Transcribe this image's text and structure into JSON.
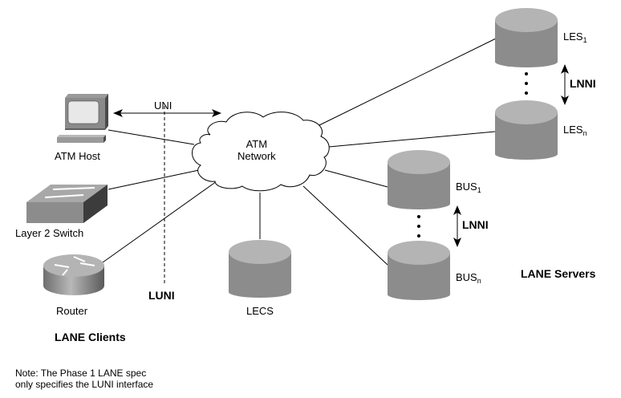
{
  "network": {
    "line1": "ATM",
    "line2": "Network"
  },
  "interfaces": {
    "uni": "UNI",
    "luni": "LUNI",
    "lnni_les": "LNNI",
    "lnni_bus": "LNNI"
  },
  "clients": {
    "group_label": "LANE Clients",
    "items": [
      {
        "name": "ATM Host",
        "icon": "workstation-icon"
      },
      {
        "name": "Layer 2 Switch",
        "icon": "switch-icon"
      },
      {
        "name": "Router",
        "icon": "router-icon"
      }
    ]
  },
  "servers": {
    "group_label": "LANE Servers",
    "les1": {
      "base": "LES",
      "sub": "1"
    },
    "lesn": {
      "base": "LES",
      "sub": "n"
    },
    "bus1": {
      "base": "BUS",
      "sub": "1"
    },
    "busn": {
      "base": "BUS",
      "sub": "n"
    },
    "lecs": "LECS"
  },
  "note": {
    "line1": "Note: The Phase 1 LANE spec",
    "line2": "only specifies the LUNI interface"
  },
  "colors": {
    "cylinder_top": "#b4b4b4",
    "cylinder_body": "#8c8c8c",
    "line": "#000000"
  }
}
